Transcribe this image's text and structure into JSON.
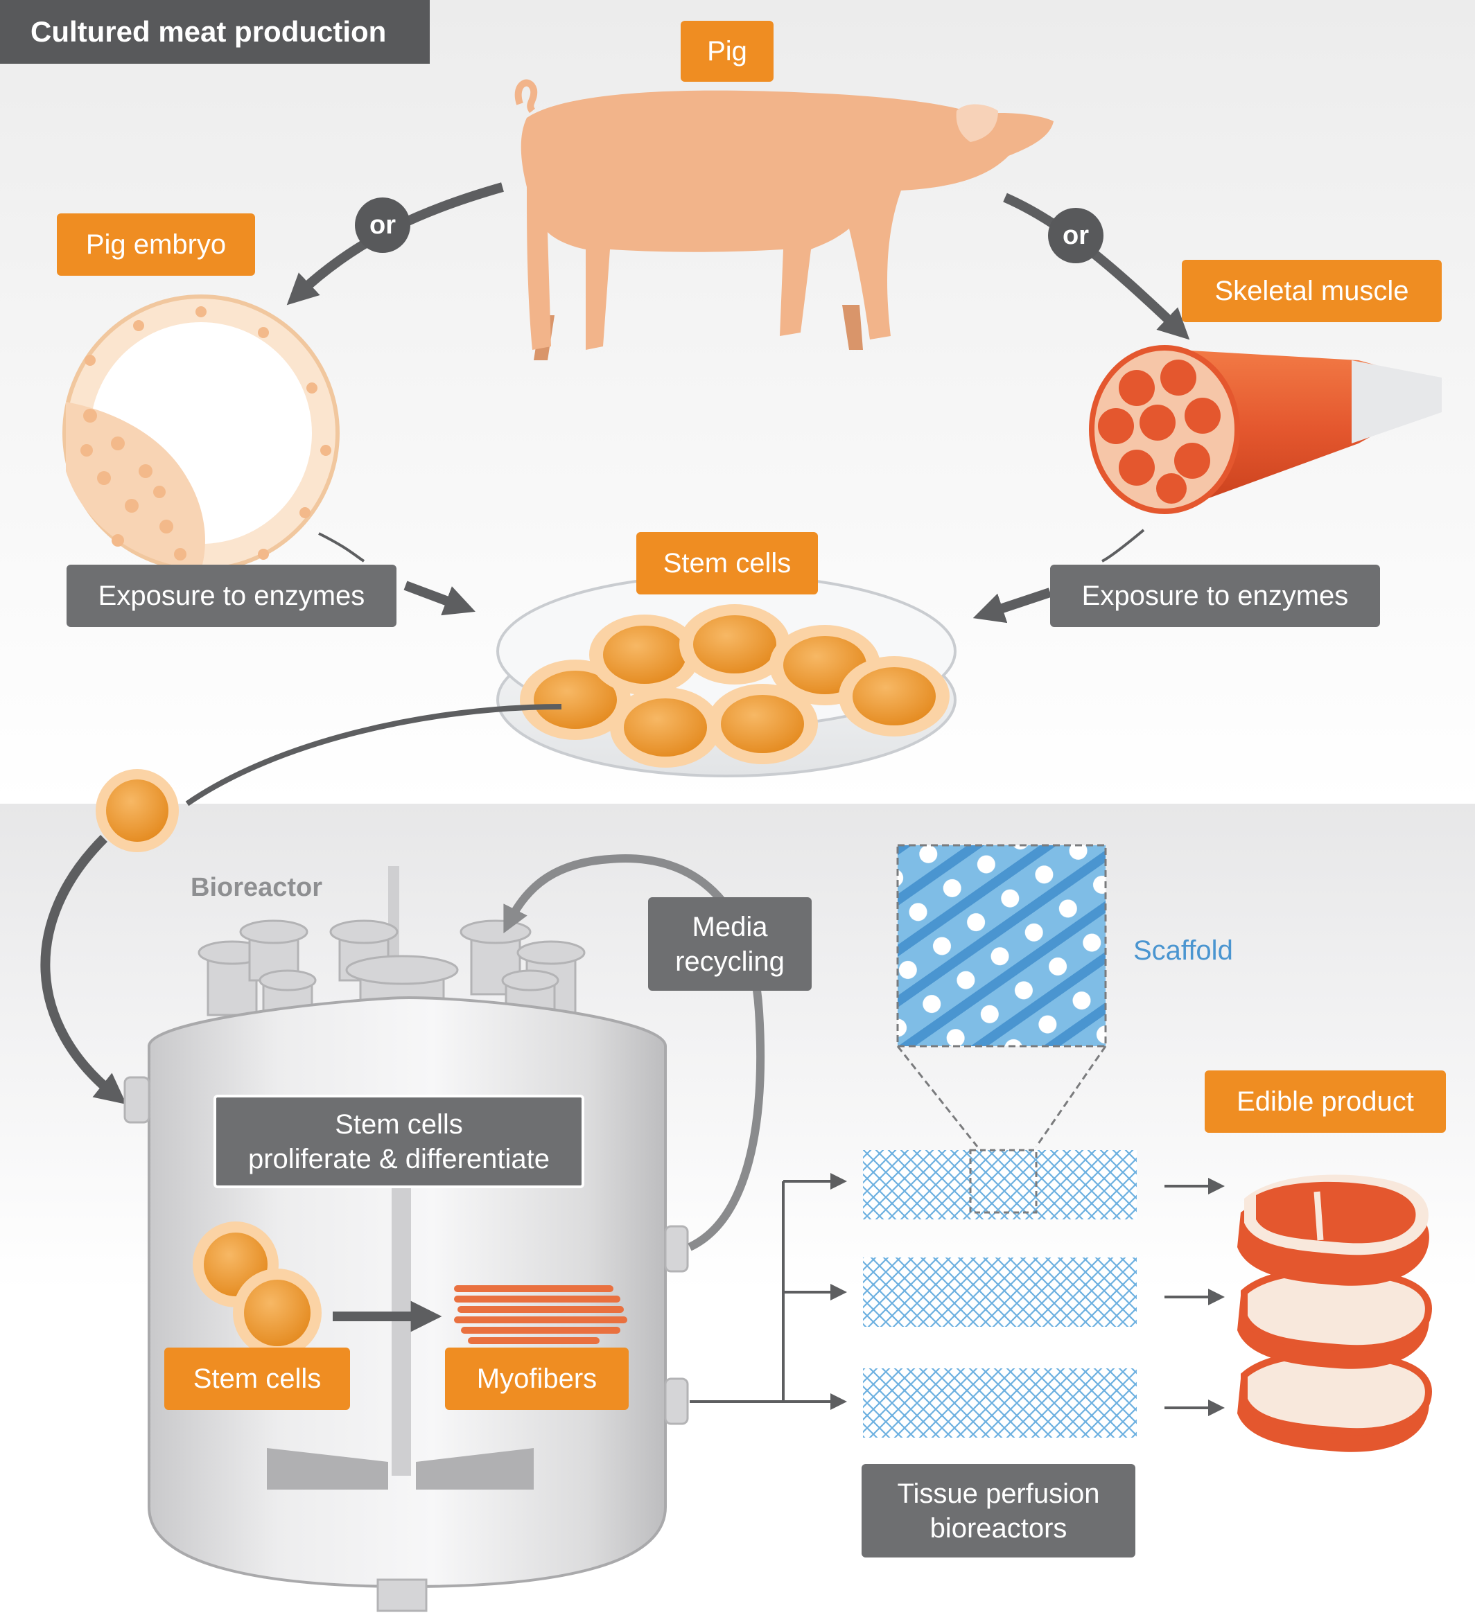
{
  "title": "Cultured meat production",
  "labels": {
    "pig": "Pig",
    "or_left": "or",
    "or_right": "or",
    "pig_embryo": "Pig embryo",
    "skeletal_muscle": "Skeletal muscle",
    "exposure_left": "Exposure to enzymes",
    "exposure_right": "Exposure to enzymes",
    "stem_cells_top": "Stem cells",
    "bioreactor": "Bioreactor",
    "media_recycling_line1": "Media",
    "media_recycling_line2": "recycling",
    "proliferate_line1": "Stem cells",
    "proliferate_line2": "proliferate & differentiate",
    "stem_cells_inner": "Stem cells",
    "myofibers": "Myofibers",
    "scaffold": "Scaffold",
    "edible_product": "Edible product",
    "tissue_perfusion_line1": "Tissue perfusion",
    "tissue_perfusion_line2": "bioreactors"
  },
  "colors": {
    "label_orange": "#ef8d22",
    "label_grey": "#6e6f71",
    "arrow_grey": "#5d5e60",
    "pig_body": "#f2b48a",
    "muscle_red": "#e4572e",
    "scaffold_blue": "#5aa4d8",
    "stem_cell_orange": "#f0a040"
  }
}
